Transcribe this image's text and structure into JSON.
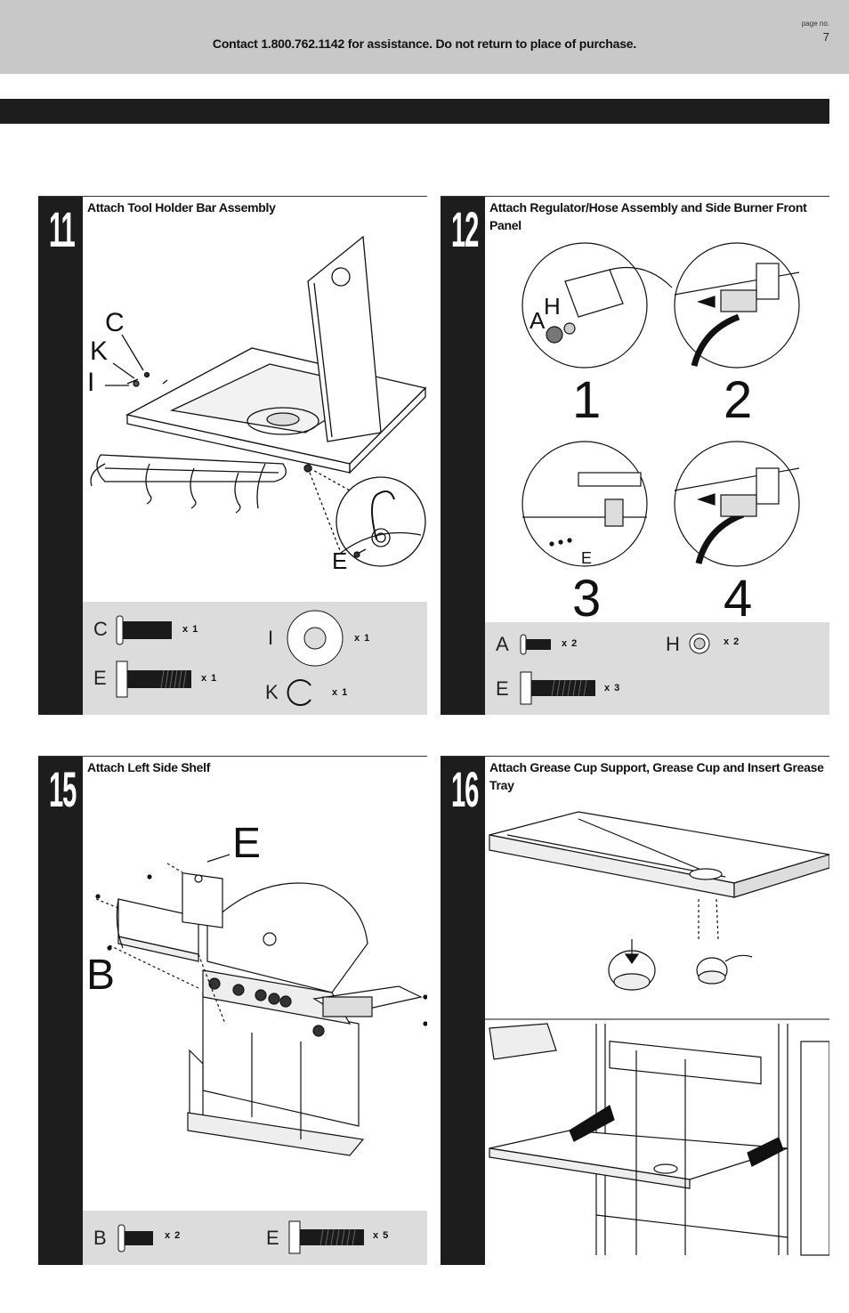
{
  "header": {
    "contact": "Contact 1.800.762.1142 for assistance. Do not return to place of purchase.",
    "page_label": "page no.",
    "page_number": "7"
  },
  "steps": [
    {
      "number": "11",
      "title": "Attach Tool Holder Bar Assembly",
      "callouts": [
        "C",
        "K",
        "I",
        "E"
      ],
      "parts": [
        {
          "letter": "C",
          "qty": "x 1"
        },
        {
          "letter": "E",
          "qty": "x 1"
        },
        {
          "letter": "I",
          "qty": "x 1"
        },
        {
          "letter": "K",
          "qty": "x 1"
        }
      ]
    },
    {
      "number": "12",
      "title": "Attach Regulator/Hose Assembly and Side Burner Front Panel",
      "callouts": [
        "A",
        "H",
        "E"
      ],
      "sub_steps": [
        "1",
        "2",
        "3",
        "4"
      ],
      "parts": [
        {
          "letter": "A",
          "qty": "x 2"
        },
        {
          "letter": "H",
          "qty": "x 2"
        },
        {
          "letter": "E",
          "qty": "x 3"
        }
      ]
    },
    {
      "number": "15",
      "title": "Attach Left Side Shelf",
      "callouts": [
        "E",
        "B"
      ],
      "parts": [
        {
          "letter": "B",
          "qty": "x 2"
        },
        {
          "letter": "E",
          "qty": "x 5"
        }
      ]
    },
    {
      "number": "16",
      "title": "Attach Grease Cup Support, Grease Cup and Insert Grease Tray"
    }
  ]
}
